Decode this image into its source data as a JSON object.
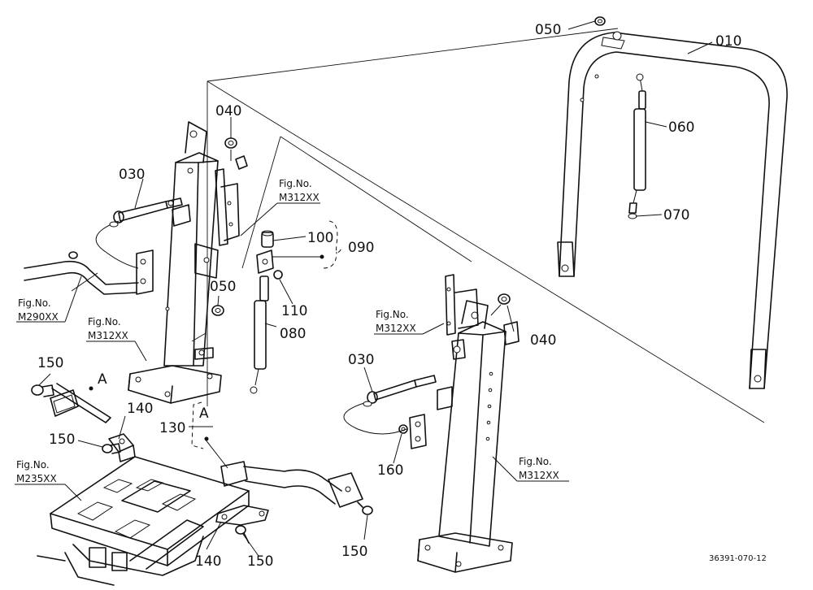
{
  "diagram": {
    "drawing_code": "36391-070-12",
    "callouts": {
      "p010": "010",
      "p030_left": "030",
      "p030_right": "030",
      "p040_left": "040",
      "p040_right": "040",
      "p050_top": "050",
      "p050_mid": "050",
      "p060": "060",
      "p070": "070",
      "p080": "080",
      "p090": "090",
      "p100": "100",
      "p110": "110",
      "p130": "130",
      "p140_top": "140",
      "p140_bottom": "140",
      "p150_a": "150",
      "p150_b": "150",
      "p150_c": "150",
      "p150_d": "150",
      "p160": "160",
      "ref_a1": "A",
      "ref_a2": "A"
    },
    "fig_refs": [
      {
        "line1": "Fig.No.",
        "line2": "M312XX"
      },
      {
        "line1": "Fig.No.",
        "line2": "M290XX"
      },
      {
        "line1": "Fig.No.",
        "line2": "M312XX"
      },
      {
        "line1": "Fig.No.",
        "line2": "M312XX"
      },
      {
        "line1": "Fig.No.",
        "line2": "M235XX"
      },
      {
        "line1": "Fig.No.",
        "line2": "M312XX"
      }
    ]
  }
}
